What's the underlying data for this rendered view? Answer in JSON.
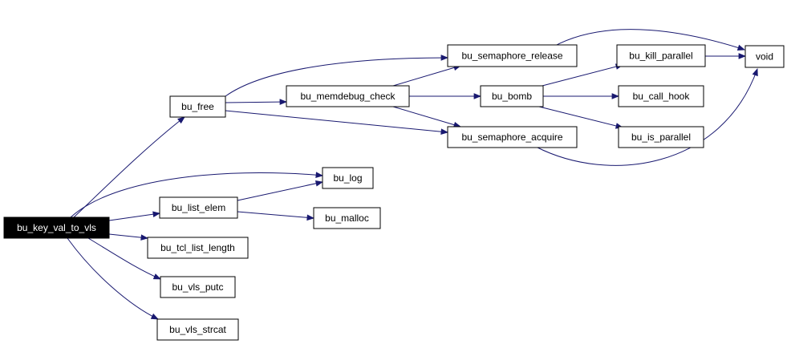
{
  "diagram": {
    "type": "call-graph",
    "colors": {
      "edge": "#191970",
      "root_fill": "#000000",
      "root_text": "#ffffff",
      "node_fill": "#ffffff",
      "node_text": "#000000"
    },
    "nodes": [
      {
        "id": "bu_key_val_to_vls",
        "label": "bu_key_val_to_vls",
        "root": true
      },
      {
        "id": "bu_free",
        "label": "bu_free"
      },
      {
        "id": "bu_log",
        "label": "bu_log"
      },
      {
        "id": "bu_list_elem",
        "label": "bu_list_elem"
      },
      {
        "id": "bu_malloc",
        "label": "bu_malloc"
      },
      {
        "id": "bu_tcl_list_length",
        "label": "bu_tcl_list_length"
      },
      {
        "id": "bu_vls_putc",
        "label": "bu_vls_putc"
      },
      {
        "id": "bu_vls_strcat",
        "label": "bu_vls_strcat"
      },
      {
        "id": "bu_memdebug_check",
        "label": "bu_memdebug_check"
      },
      {
        "id": "bu_semaphore_release",
        "label": "bu_semaphore_release"
      },
      {
        "id": "bu_semaphore_acquire",
        "label": "bu_semaphore_acquire"
      },
      {
        "id": "bu_bomb",
        "label": "bu_bomb"
      },
      {
        "id": "bu_kill_parallel",
        "label": "bu_kill_parallel"
      },
      {
        "id": "bu_call_hook",
        "label": "bu_call_hook"
      },
      {
        "id": "bu_is_parallel",
        "label": "bu_is_parallel"
      },
      {
        "id": "void",
        "label": "void"
      }
    ],
    "edges": [
      {
        "from": "bu_key_val_to_vls",
        "to": "bu_free"
      },
      {
        "from": "bu_key_val_to_vls",
        "to": "bu_log"
      },
      {
        "from": "bu_key_val_to_vls",
        "to": "bu_list_elem"
      },
      {
        "from": "bu_key_val_to_vls",
        "to": "bu_tcl_list_length"
      },
      {
        "from": "bu_key_val_to_vls",
        "to": "bu_vls_putc"
      },
      {
        "from": "bu_key_val_to_vls",
        "to": "bu_vls_strcat"
      },
      {
        "from": "bu_free",
        "to": "bu_semaphore_release"
      },
      {
        "from": "bu_free",
        "to": "bu_memdebug_check"
      },
      {
        "from": "bu_free",
        "to": "bu_semaphore_acquire"
      },
      {
        "from": "bu_memdebug_check",
        "to": "bu_semaphore_release"
      },
      {
        "from": "bu_memdebug_check",
        "to": "bu_bomb"
      },
      {
        "from": "bu_memdebug_check",
        "to": "bu_semaphore_acquire"
      },
      {
        "from": "bu_semaphore_release",
        "to": "void"
      },
      {
        "from": "bu_semaphore_acquire",
        "to": "void"
      },
      {
        "from": "bu_bomb",
        "to": "bu_kill_parallel"
      },
      {
        "from": "bu_bomb",
        "to": "bu_call_hook"
      },
      {
        "from": "bu_bomb",
        "to": "bu_is_parallel"
      },
      {
        "from": "bu_kill_parallel",
        "to": "void"
      },
      {
        "from": "bu_list_elem",
        "to": "bu_log"
      },
      {
        "from": "bu_list_elem",
        "to": "bu_malloc"
      }
    ]
  }
}
